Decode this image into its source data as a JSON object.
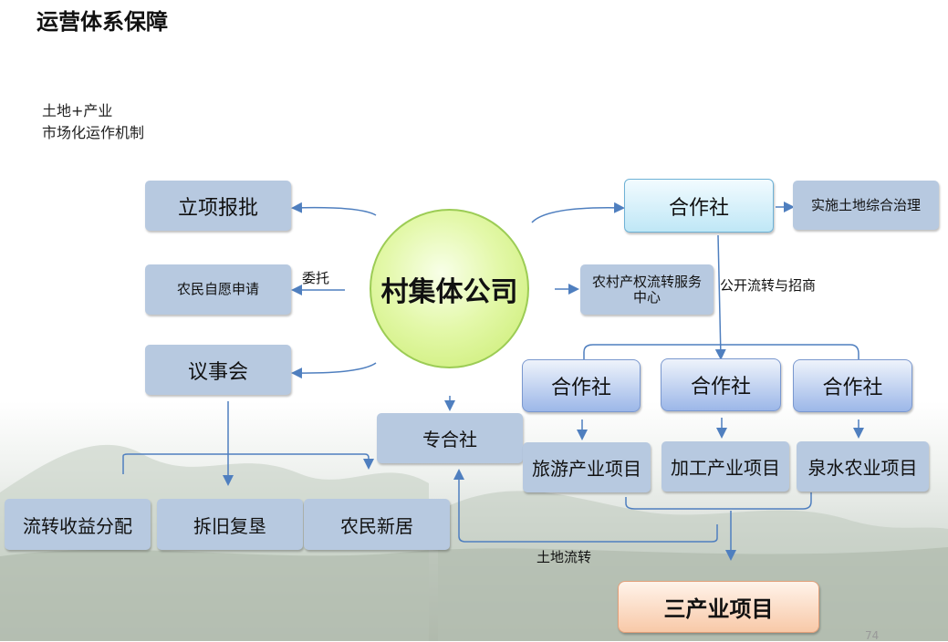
{
  "title": "运营体系保障",
  "subtitle_lines": [
    "土地+产业",
    "市场化运作机制"
  ],
  "center_node": "村集体公司",
  "left_nodes": {
    "approval": "立项报批",
    "farmer_application": "农民自愿申请",
    "council": "议事会"
  },
  "bottom_left_nodes": {
    "revenue": "流转收益分配",
    "demolition": "拆旧复垦",
    "new_residence": "农民新居"
  },
  "specialized_coop": "专合社",
  "coop_top": "合作社",
  "land_management": "实施土地综合治理",
  "rural_center": "农村产权流转服务中心",
  "coops_row": [
    "合作社",
    "合作社",
    "合作社"
  ],
  "projects_row": [
    "旅游产业项目",
    "加工产业项目",
    "泉水农业项目"
  ],
  "three_industries": "三产业项目",
  "edge_labels": {
    "entrust": "委托",
    "public_transfer": "公开流转与招商",
    "land_transfer": "土地流转"
  },
  "page_number": "74"
}
